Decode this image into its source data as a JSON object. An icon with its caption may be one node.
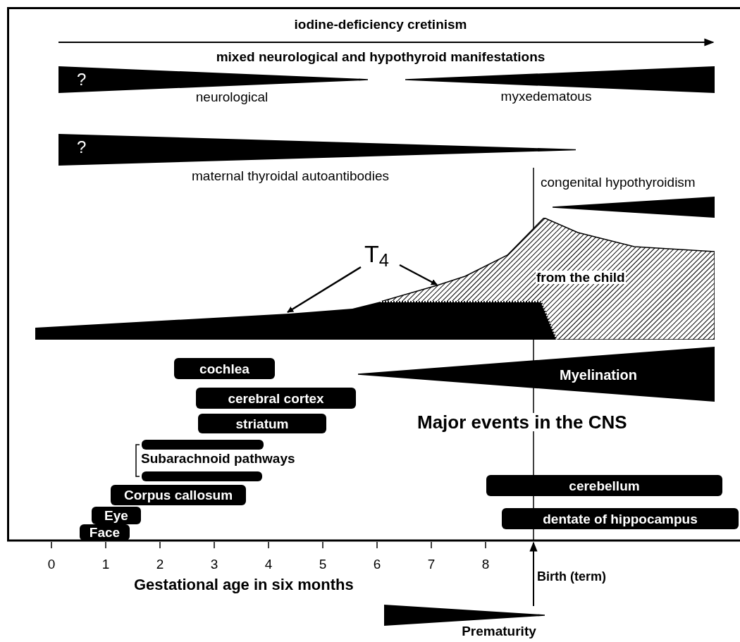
{
  "diagram": {
    "nodes": [
      {
        "text": [
          "?"
        ],
        "beside": [
          "neurological"
        ]
      },
      {
        "text": [],
        "shape": "wedge",
        "beside": [
          "myxedematous"
        ]
      },
      {
        "text": [
          "?"
        ],
        "beside": [
          "maternal thyroidal autoantibodies"
        ]
      },
      {
        "text": [],
        "shape": "wedge",
        "beside": [
          "congenital hypothyroidism"
        ]
      },
      {
        "text": [
          "T$_{4}$"
        ]
      },
      {
        "text": [],
        "shape": "area"
      },
      {
        "text": [
          "from the child"
        ]
      },
      {
        "text": [
          "Myelination"
        ]
      },
      {
        "text": [
          "cochlea"
        ]
      },
      {
        "text": [
          "cerebral cortex"
        ]
      },
      {
        "text": [
          "striatum"
        ]
      },
      {
        "text": [],
        "shape": "bar"
      },
      {
        "text": [],
        "shape": "bar"
      },
      {
        "text": [
          "Corpus callosum"
        ]
      },
      {
        "text": [
          "Eye"
        ]
      },
      {
        "text": [
          "Face"
        ]
      },
      {
        "text": [
          "cerebellum"
        ]
      },
      {
        "text": [
          "dentate of hippocampus"
        ]
      },
      {
        "text": [],
        "shape": "wedge",
        "beside": [
          "Prematurity"
        ]
      }
    ],
    "edges": [
      {
        "from": 4,
        "to": 5,
        "arrow": "to"
      },
      {
        "from": 4,
        "to": 6,
        "arrow": "to"
      }
    ],
    "labels": [
      "iodine-deficiency cretinism",
      "mixed neurological and hypothyroid manifestations",
      "Major events in the CNS",
      "Subarachnoid pathways",
      "0",
      "1",
      "2",
      "3",
      "4",
      "5",
      "6",
      "7",
      "8",
      "Gestational age in six months",
      "Birth (term)"
    ]
  }
}
